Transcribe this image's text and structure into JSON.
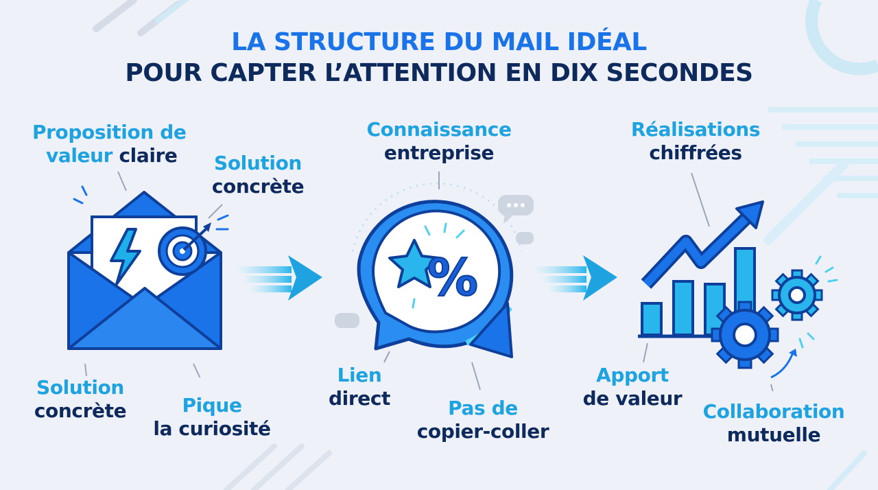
{
  "title": {
    "line1": "LA STRUCTURE DU MAIL IDÉAL",
    "line2": "POUR CAPTER L’ATTENTION EN DIX SECONDES"
  },
  "section1": {
    "label_top_left": {
      "line1": "Proposition de",
      "line2a": "valeur",
      "line2b": "claire"
    },
    "label_top_right": {
      "line1": "Solution",
      "line2": "concrète"
    },
    "label_bottom_left": {
      "line1": "Solution",
      "line2": "concrète"
    },
    "label_bottom_right": {
      "line1": "Pique",
      "line2": "la curiosité"
    }
  },
  "section2": {
    "label_top": {
      "line1": "Connaissance",
      "line2": "entreprise"
    },
    "label_bottom_left": {
      "line1": "Lien",
      "line2": "direct"
    },
    "label_bottom_right": {
      "line1": "Pas de",
      "line2": "copier-coller"
    },
    "percent_symbol": "%"
  },
  "section3": {
    "label_top": {
      "line1": "Réalisations",
      "line2": "chiffrées"
    },
    "label_bottom_left": {
      "line1": "Apport",
      "line2": "de valeur"
    },
    "label_bottom_right": {
      "line1": "Collaboration",
      "line2": "mutuelle"
    }
  },
  "icons": {
    "envelope": "envelope-icon",
    "lightning": "lightning-icon",
    "target": "target-icon",
    "speech_bubble": "speech-bubble-icon",
    "star": "star-icon",
    "chart": "bar-chart-icon",
    "gears": "gears-icon",
    "arrow": "arrow-right-icon"
  },
  "colors": {
    "primary_blue": "#1a73e8",
    "dark_navy": "#0e2a5c",
    "cyan": "#1fa3e0",
    "light_cyan": "#4fd0f0"
  }
}
